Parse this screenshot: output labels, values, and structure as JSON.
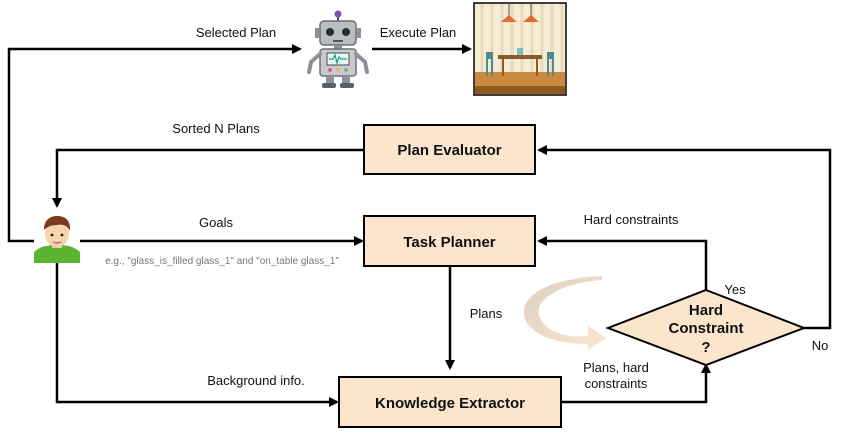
{
  "nodes": {
    "plan_evaluator": "Plan Evaluator",
    "task_planner": "Task Planner",
    "knowledge_extractor": "Knowledge Extractor",
    "hard_constraint_line1": "Hard",
    "hard_constraint_line2": "Constraint",
    "hard_constraint_line3": "?"
  },
  "edges": {
    "selected_plan": "Selected Plan",
    "execute_plan": "Execute Plan",
    "sorted_n_plans": "Sorted N Plans",
    "goals": "Goals",
    "goals_example": "e.g., \"glass_is_filled glass_1\" and \"on_table glass_1\"",
    "hard_constraints": "Hard constraints",
    "plans": "Plans",
    "yes": "Yes",
    "no": "No",
    "background_info": "Background info.",
    "plans_hard_constraints_line1": "Plans, hard",
    "plans_hard_constraints_line2": "constraints"
  },
  "icons": {
    "robot": "robot-icon",
    "scene": "dining-room-scene-icon",
    "user": "user-avatar-icon",
    "loop": "curved-arrow-icon"
  },
  "colors": {
    "box_fill": "#fce5cd",
    "stroke": "#000000"
  }
}
